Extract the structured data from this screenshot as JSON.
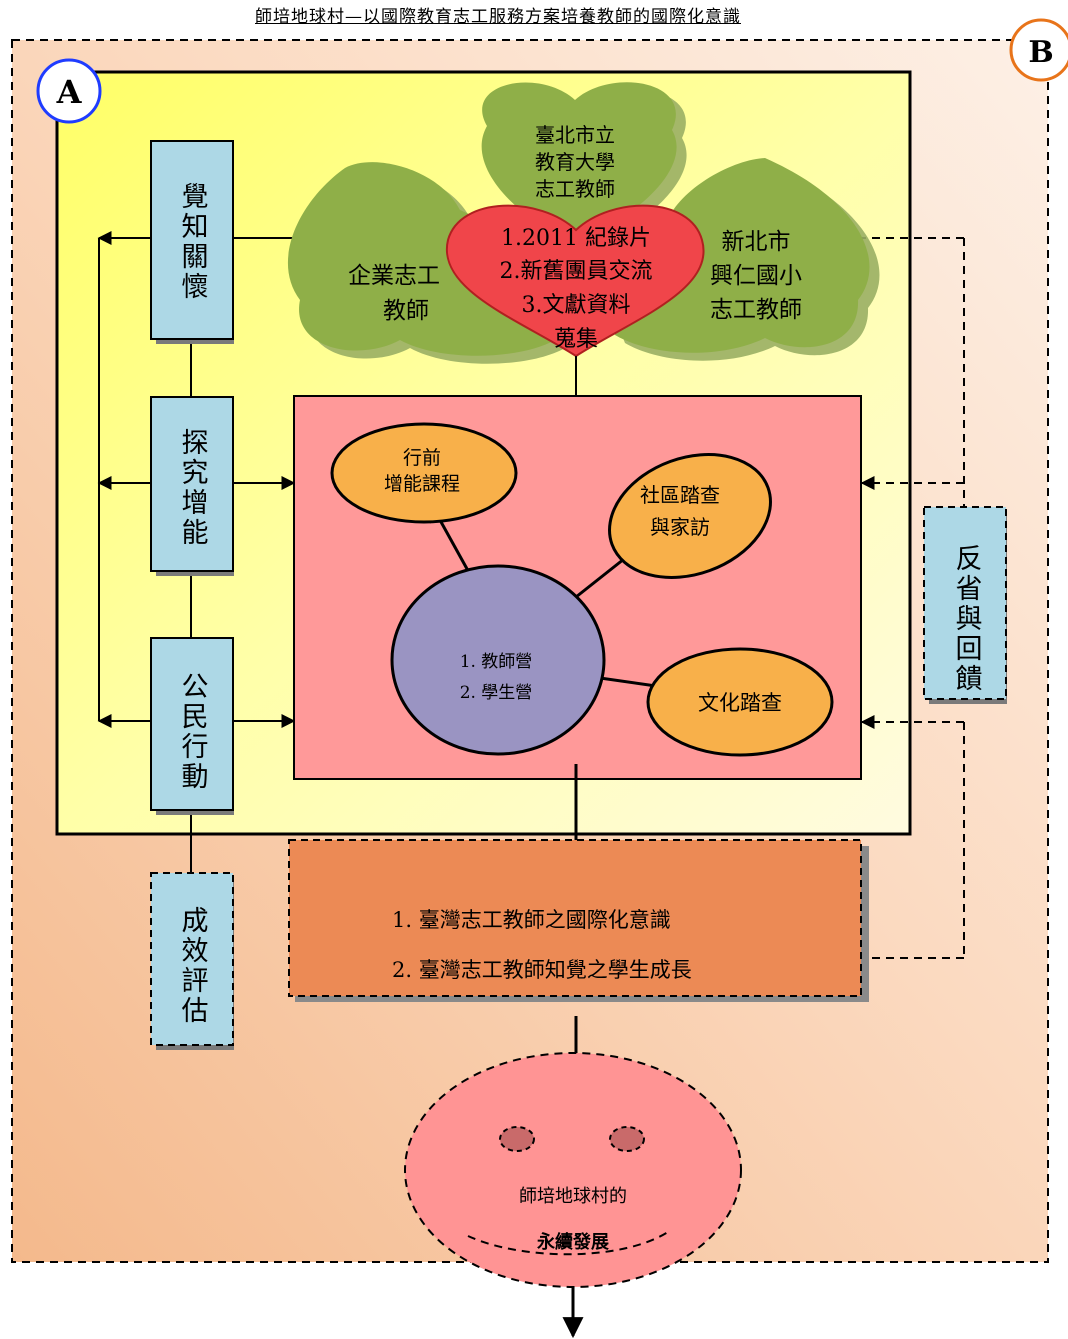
{
  "title": "師培地球村—以國際教育志工服務方案培養教師的國際化意識",
  "markers": {
    "a": "A",
    "b": "B"
  },
  "stages": {
    "awareness": "覺知關懷",
    "inquiry": "探究增能",
    "action": "公民行動",
    "evaluation": "成效評估"
  },
  "reflection": "反省與回饋",
  "clover": {
    "top": [
      "臺北市立",
      "教育大學",
      "志工教師"
    ],
    "left": [
      "企業志工",
      "教師"
    ],
    "right": [
      "新北市",
      "興仁國小",
      "志工教師"
    ],
    "heart": [
      "1.2011 紀錄片",
      "2.新舊團員交流",
      "3.文獻資料",
      "蒐集"
    ]
  },
  "program": {
    "center": [
      "1. 教師營",
      "2. 學生營"
    ],
    "pre_training": [
      "行前",
      "增能課程"
    ],
    "community": [
      "社區踏查",
      "與家訪"
    ],
    "culture": "文化踏查"
  },
  "outcomes": [
    "1. 臺灣志工教師之國際化意識",
    "2. 臺灣志工教師知覺之學生成長"
  ],
  "sustain": [
    "師培地球村的",
    "永續發展"
  ],
  "colors": {
    "stage_box": "#add8e6",
    "inner_panel": "#ffff99",
    "program_panel": "#ff9999",
    "oval": "#f8b04a",
    "center_oval": "#9a94c2",
    "clover": "#8faf48",
    "heart": "#f0454a",
    "outcome_box": "#ec8a55",
    "face": "#ff9494",
    "marker_a": "#1f3cff",
    "marker_b": "#e8741a"
  }
}
